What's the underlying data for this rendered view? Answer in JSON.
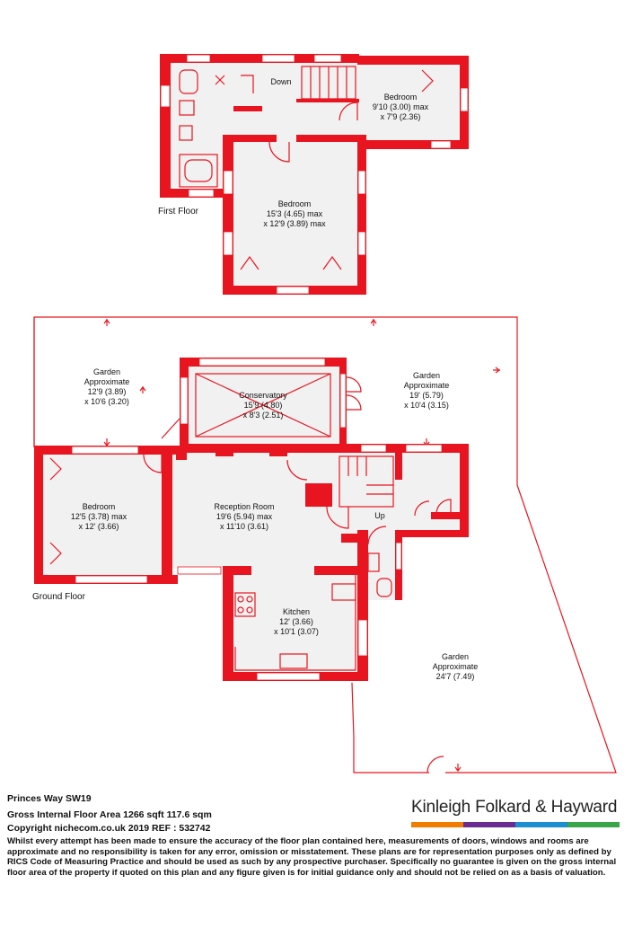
{
  "floors": {
    "first": {
      "label": "First Floor",
      "stairs_label": "Down",
      "bedroom_a": {
        "name": "Bedroom",
        "dim1": "9'10 (3.00) max",
        "dim2": "x 7'9 (2.36)"
      },
      "bedroom_b": {
        "name": "Bedroom",
        "dim1": "15'3 (4.65) max",
        "dim2": "x 12'9 (3.89) max"
      }
    },
    "ground": {
      "label": "Ground Floor",
      "stairs_label": "Up",
      "garden_left": {
        "name": "Garden",
        "line1": "Approximate",
        "dim1": "12'9 (3.89)",
        "dim2": "x 10'6 (3.20)"
      },
      "garden_right": {
        "name": "Garden",
        "line1": "Approximate",
        "dim1": "19' (5.79)",
        "dim2": "x 10'4 (3.15)"
      },
      "conservatory": {
        "name": "Conservatory",
        "dim1": "15'9 (4.80)",
        "dim2": "x 8'3 (2.51)"
      },
      "bedroom": {
        "name": "Bedroom",
        "dim1": "12'5 (3.78) max",
        "dim2": "x 12' (3.66)"
      },
      "reception": {
        "name": "Reception Room",
        "dim1": "19'6 (5.94) max",
        "dim2": "x 11'10 (3.61)"
      },
      "kitchen": {
        "name": "Kitchen",
        "dim1": "12' (3.66)",
        "dim2": "x 10'1 (3.07)"
      },
      "garden_bottom": {
        "name": "Garden",
        "line1": "Approximate",
        "dim1": "24'7 (7.49)"
      }
    }
  },
  "footer": {
    "address": "Princes Way  SW19",
    "area": "Gross Internal Floor Area 1266 sqft 117.6 sqm",
    "copyright": "Copyright nichecom.co.uk 2019 REF : 532742",
    "disclaimer": "Whilst every attempt has been made to ensure the accuracy of the floor plan contained here, measurements of doors, windows and rooms are approximate and no responsibility is taken for any error, omission or misstatement.  These plans are for representation purposes only as defined by RICS Code of Measuring Practice and should be used as such by any prospective purchaser.  Specifically no guarantee is given on the gross internal floor area of the property if quoted on this plan and any figure given is for initial guidance only and should not be relied on as a basis of valuation."
  },
  "brand": {
    "name": "Kinleigh Folkard & Hayward",
    "bar_colors": [
      "#f07c00",
      "#6a2c91",
      "#1b8fcf",
      "#3aa64a"
    ]
  },
  "colors": {
    "wall": "#e8141f",
    "room": "#f1f1f1"
  }
}
